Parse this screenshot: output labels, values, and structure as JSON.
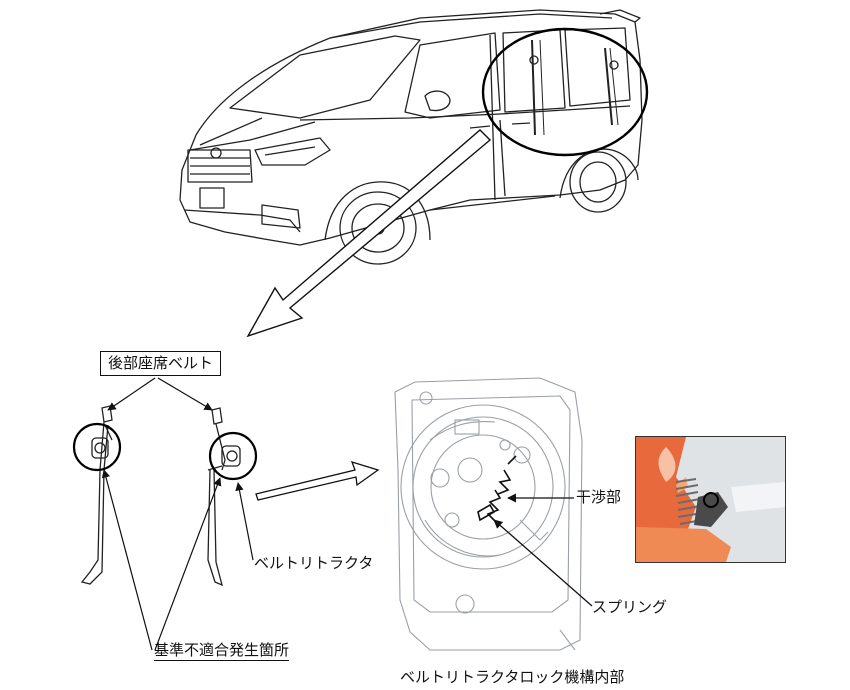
{
  "labels": {
    "rear_seat_belt": "後部座席ベルト",
    "belt_retractor": "ベルトリトラクタ",
    "noncompliance_location": "基準不適合発生箇所",
    "interference_part": "干渉部",
    "spring": "スプリング",
    "lock_mechanism_caption": "ベルトリトラクタロック機構内部"
  }
}
